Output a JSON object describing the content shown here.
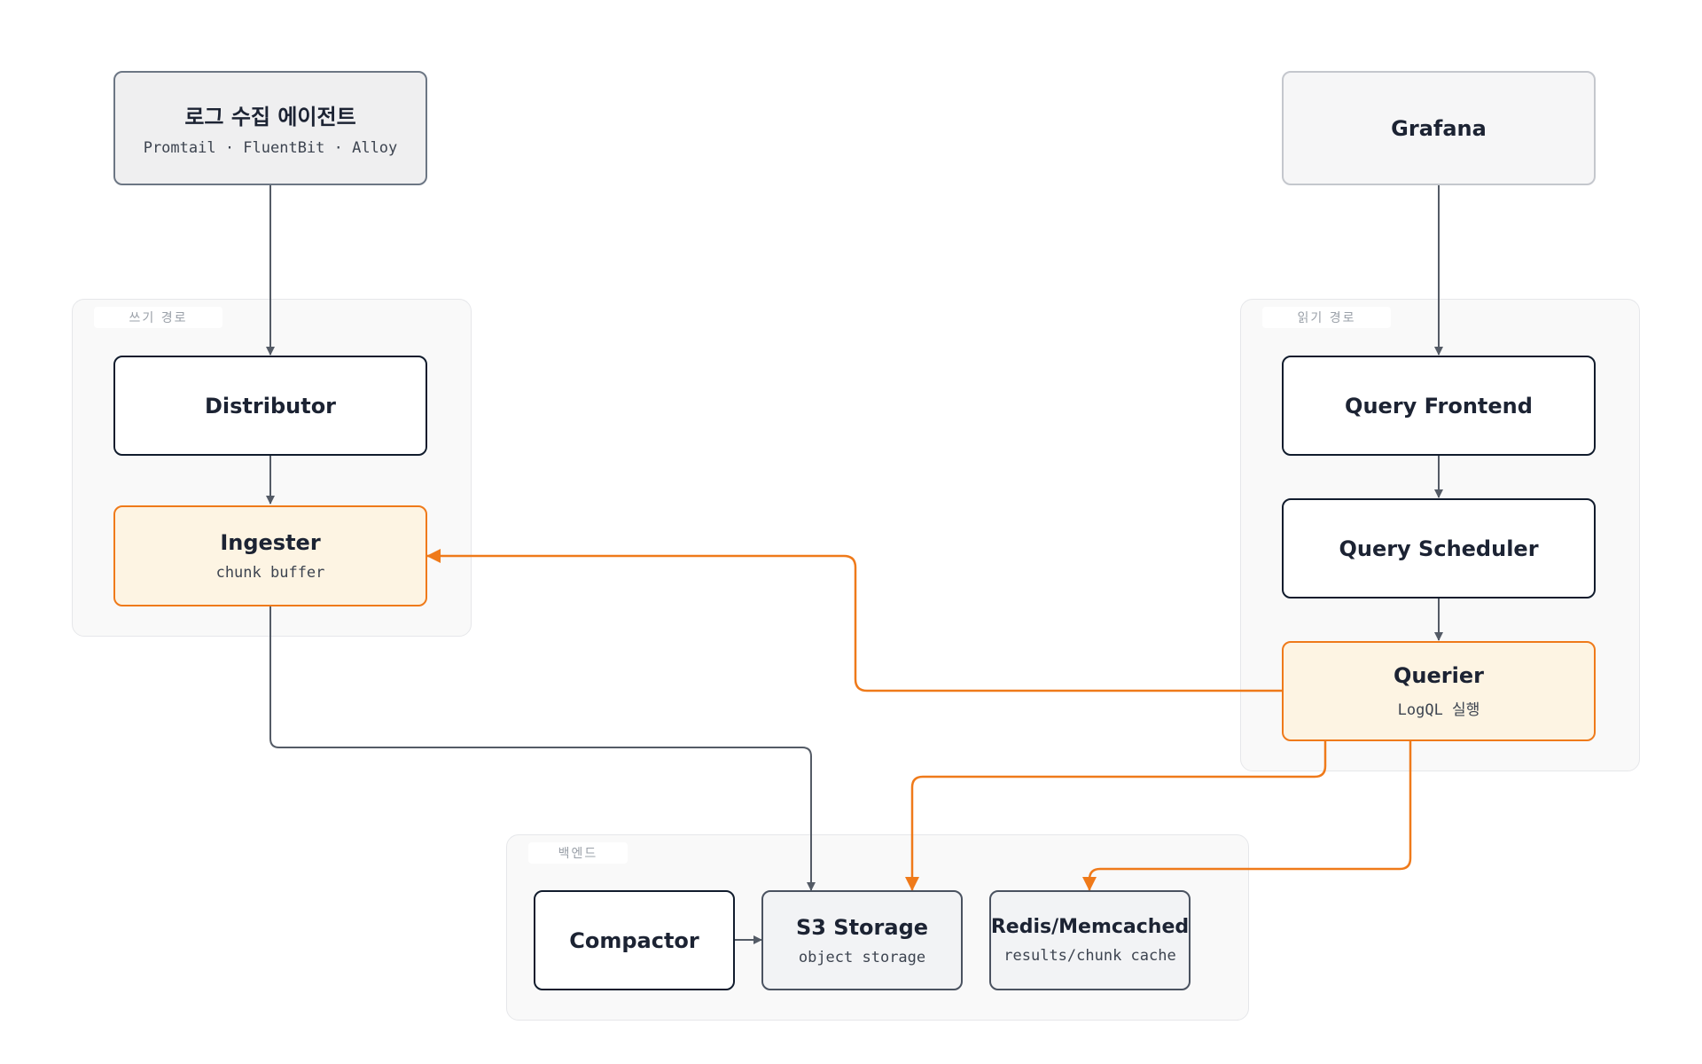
{
  "diagram": {
    "groups": {
      "write_path": {
        "label": "쓰기 경로"
      },
      "read_path": {
        "label": "읽기 경로"
      },
      "backend": {
        "label": "백엔드"
      }
    },
    "nodes": {
      "agent": {
        "title": "로그 수집 에이전트",
        "subtitle": "Promtail · FluentBit · Alloy"
      },
      "grafana": {
        "title": "Grafana"
      },
      "distributor": {
        "title": "Distributor"
      },
      "ingester": {
        "title": "Ingester",
        "subtitle": "chunk buffer"
      },
      "query_frontend": {
        "title": "Query Frontend"
      },
      "query_scheduler": {
        "title": "Query Scheduler"
      },
      "querier": {
        "title": "Querier",
        "subtitle": "LogQL 실행"
      },
      "compactor": {
        "title": "Compactor"
      },
      "s3_storage": {
        "title": "S3 Storage",
        "subtitle": "object storage"
      },
      "cache": {
        "title": "Redis/Memcached",
        "subtitle": "results/chunk cache"
      }
    },
    "colors": {
      "edge_default": "#545b66",
      "edge_highlight": "#ef7a1a",
      "highlight_fill": "#fdf4e3"
    }
  }
}
